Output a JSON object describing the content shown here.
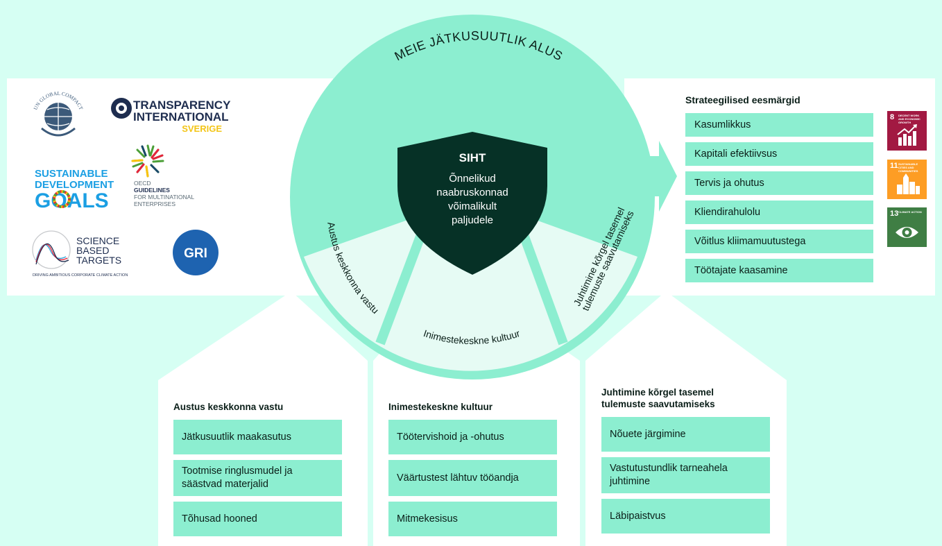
{
  "colors": {
    "background": "#d6fff3",
    "circle": "#8ceed0",
    "inner": "#e6fbf4",
    "shield": "#063126",
    "item": "#8ceed0",
    "sdg8": "#a21942",
    "sdg11": "#fd9d24",
    "sdg13": "#3f7e44"
  },
  "circle": {
    "outer_label": "MEIE JÄTKUSUUTLIK ALUS",
    "left_label": "Austus keskkonna vastu",
    "bottom_label": "Inimestekeskne kultuur",
    "right_label_line1": "Juhtimine kõrgel tasemel",
    "right_label_line2": "tulemuste saavutamiseks"
  },
  "shield": {
    "title": "SIHT",
    "lines": [
      "Õnnelikud",
      "naabruskonnad",
      "võimalikult",
      "paljudele"
    ]
  },
  "logos": {
    "un_global_compact": "UN GLOBAL COMPACT",
    "transparency_line1": "TRANSPARENCY",
    "transparency_line2": "INTERNATIONAL",
    "transparency_line3": "SVERIGE",
    "sdg_line1": "SUSTAINABLE",
    "sdg_line2": "DEVELOPMENT",
    "sdg_line3": "GOALS",
    "oecd_line1": "OECD",
    "oecd_line2": "GUIDELINES",
    "oecd_line3": "FOR MULTINATIONAL",
    "oecd_line4": "ENTERPRISES",
    "sbt_line1": "SCIENCE",
    "sbt_line2": "BASED",
    "sbt_line3": "TARGETS",
    "sbt_tagline": "DRIVING AMBITIOUS CORPORATE CLIMATE ACTION",
    "gri": "GRI"
  },
  "goals": {
    "title": "Strateegilised eesmärgid",
    "items": [
      "Kasumlikkus",
      "Kapitali efektiivsus",
      "Tervis ja ohutus",
      "Kliendirahulolu",
      "Võitlus kliimamuutustega",
      "Töötajate kaasamine"
    ]
  },
  "sdg_icons": [
    {
      "number": "8",
      "label": "DECENT WORK AND ECONOMIC GROWTH",
      "icon": "growth-chart-icon"
    },
    {
      "number": "11",
      "label": "SUSTAINABLE CITIES AND COMMUNITIES",
      "icon": "city-buildings-icon"
    },
    {
      "number": "13",
      "label": "CLIMATE ACTION",
      "icon": "eye-globe-icon"
    }
  ],
  "columns": [
    {
      "title_line1": "Austus keskkonna vastu",
      "title_line2": "",
      "items": [
        "Jätkusuutlik maakasutus",
        "Tootmise ringlusmudel ja säästvad materjalid",
        "Tõhusad hooned"
      ]
    },
    {
      "title_line1": "Inimestekeskne kultuur",
      "title_line2": "",
      "items": [
        "Töötervishoid ja -ohutus",
        "Väärtustest lähtuv tööandja",
        "Mitmekesisus"
      ]
    },
    {
      "title_line1": "Juhtimine kõrgel tasemel",
      "title_line2": "tulemuste saavutamiseks",
      "items": [
        "Nõuete järgimine",
        "Vastutustundlik tarneahela juhtimine",
        "Läbipaistvus"
      ]
    }
  ]
}
